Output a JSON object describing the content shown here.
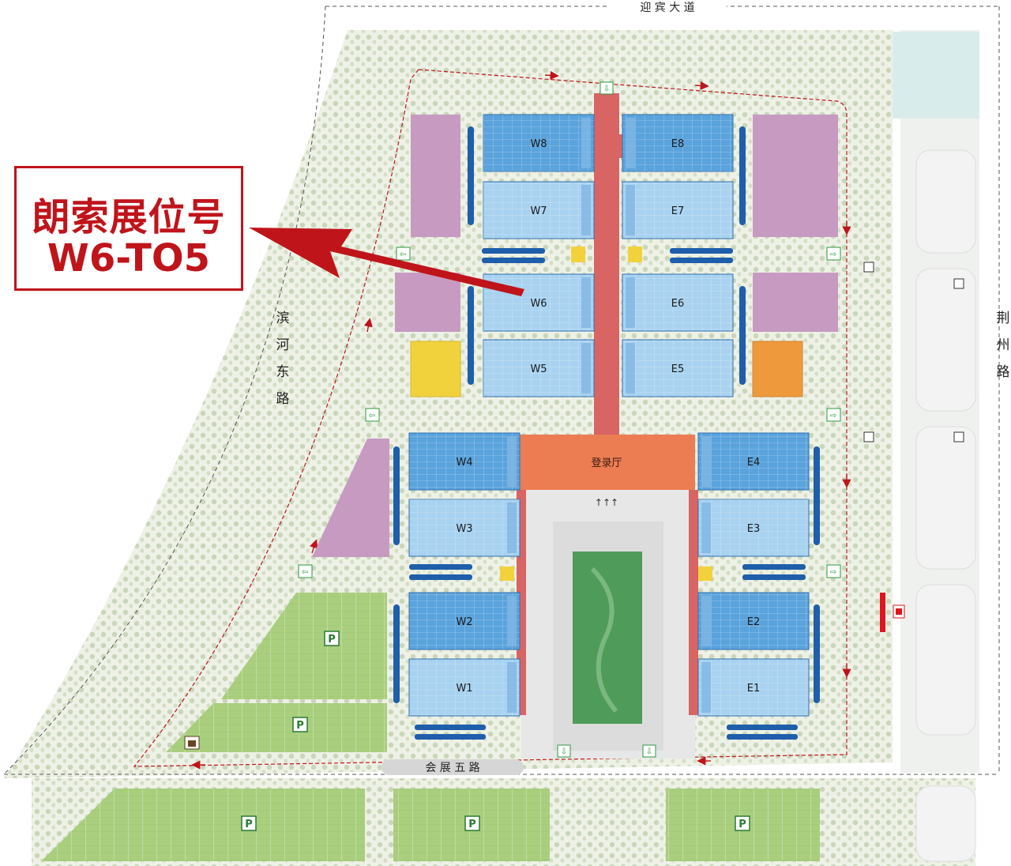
{
  "callout": {
    "line1": "朗索展位号",
    "line2": "W6-TO5"
  },
  "roads": {
    "north": "迎 宾 大 道",
    "south": "会 展 五 路",
    "west": [
      "滨",
      "河",
      "东",
      "路"
    ],
    "east": [
      "荆",
      "州",
      "路"
    ]
  },
  "halls": {
    "west": [
      {
        "id": "W8"
      },
      {
        "id": "W7"
      },
      {
        "id": "W6"
      },
      {
        "id": "W5"
      },
      {
        "id": "W4"
      },
      {
        "id": "W3"
      },
      {
        "id": "W2"
      },
      {
        "id": "W1"
      }
    ],
    "east": [
      {
        "id": "E8"
      },
      {
        "id": "E7"
      },
      {
        "id": "E6"
      },
      {
        "id": "E5"
      },
      {
        "id": "E4"
      },
      {
        "id": "E3"
      },
      {
        "id": "E2"
      },
      {
        "id": "E1"
      }
    ]
  },
  "registration_hall": "登录厅",
  "parking_label": "P",
  "colors": {
    "hall_dark": "#5aa3dc",
    "hall_light": "#a8d2f0",
    "concourse": "#d86464",
    "registration": "#ec7d52",
    "purple": "#c79bc1",
    "yellow": "#f2d23c",
    "orange": "#ee9a3c",
    "parking": "#a9cf7e",
    "pond": "#4e9b5a",
    "callout_red": "#c0141b"
  },
  "icons": [
    "entrance-icon",
    "exit-icon",
    "parking-icon",
    "escalator-icon",
    "arrow-icon"
  ]
}
